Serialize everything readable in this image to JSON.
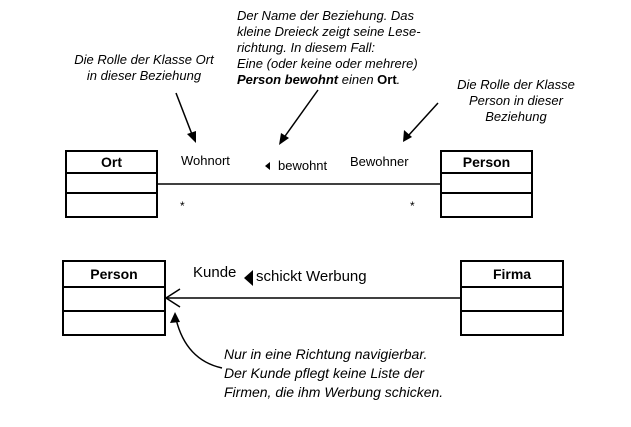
{
  "diagram1": {
    "left_class": "Ort",
    "right_class": "Person",
    "role_left": "Wohnort",
    "role_right": "Bewohner",
    "assoc_name": "bewohnt",
    "mult_left": "*",
    "mult_right": "*"
  },
  "diagram2": {
    "left_class": "Person",
    "right_class": "Firma",
    "role_left": "Kunde",
    "assoc_name": "schickt Werbung"
  },
  "notes": {
    "role_ort": [
      "Die Rolle der Klasse Ort",
      "in dieser Beziehung"
    ],
    "name": {
      "line1": "Der Name der Beziehung. Das",
      "line2": "kleine Dreieck zeigt seine Lese-",
      "line3": "richtung. In diesem Fall:",
      "line4": "Eine (oder keine oder mehrere)",
      "line5_bold": "Person bewohnt",
      "line5_mid": " einen ",
      "line5_ort": "Ort",
      "line5_end": "."
    },
    "role_person": [
      "Die Rolle der Klasse",
      "Person in dieser",
      "Beziehung"
    ],
    "navigable": [
      "Nur in eine Richtung navigierbar.",
      "Der Kunde pflegt keine Liste der",
      "Firmen, die ihm Werbung schicken."
    ]
  }
}
